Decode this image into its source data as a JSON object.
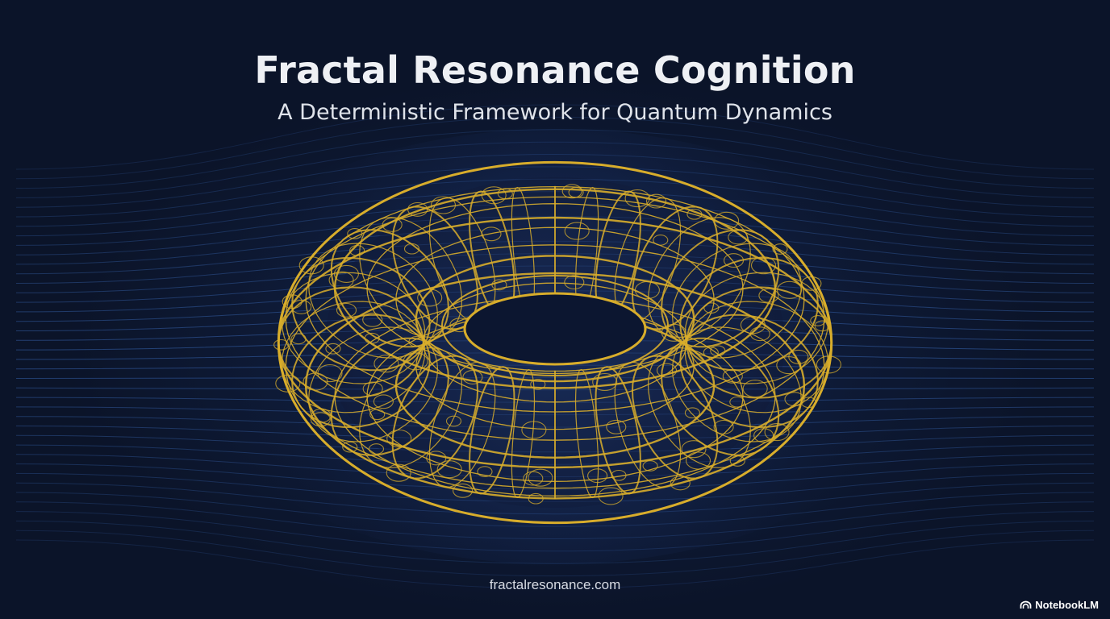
{
  "slide": {
    "title": "Fractal Resonance Cognition",
    "subtitle": "A Deterministic Framework for Quantum Dynamics",
    "footer_url": "fractalresonance.com",
    "brand_label": "NotebookLM"
  },
  "icons": {
    "brand": "notebooklm-logo-icon",
    "artwork": "golden-fractal-torus-icon"
  },
  "colors": {
    "background": "#0b1429",
    "field_lines": "#2f5596",
    "torus_gold": "#d8ad2b",
    "text": "#eef0f4"
  }
}
